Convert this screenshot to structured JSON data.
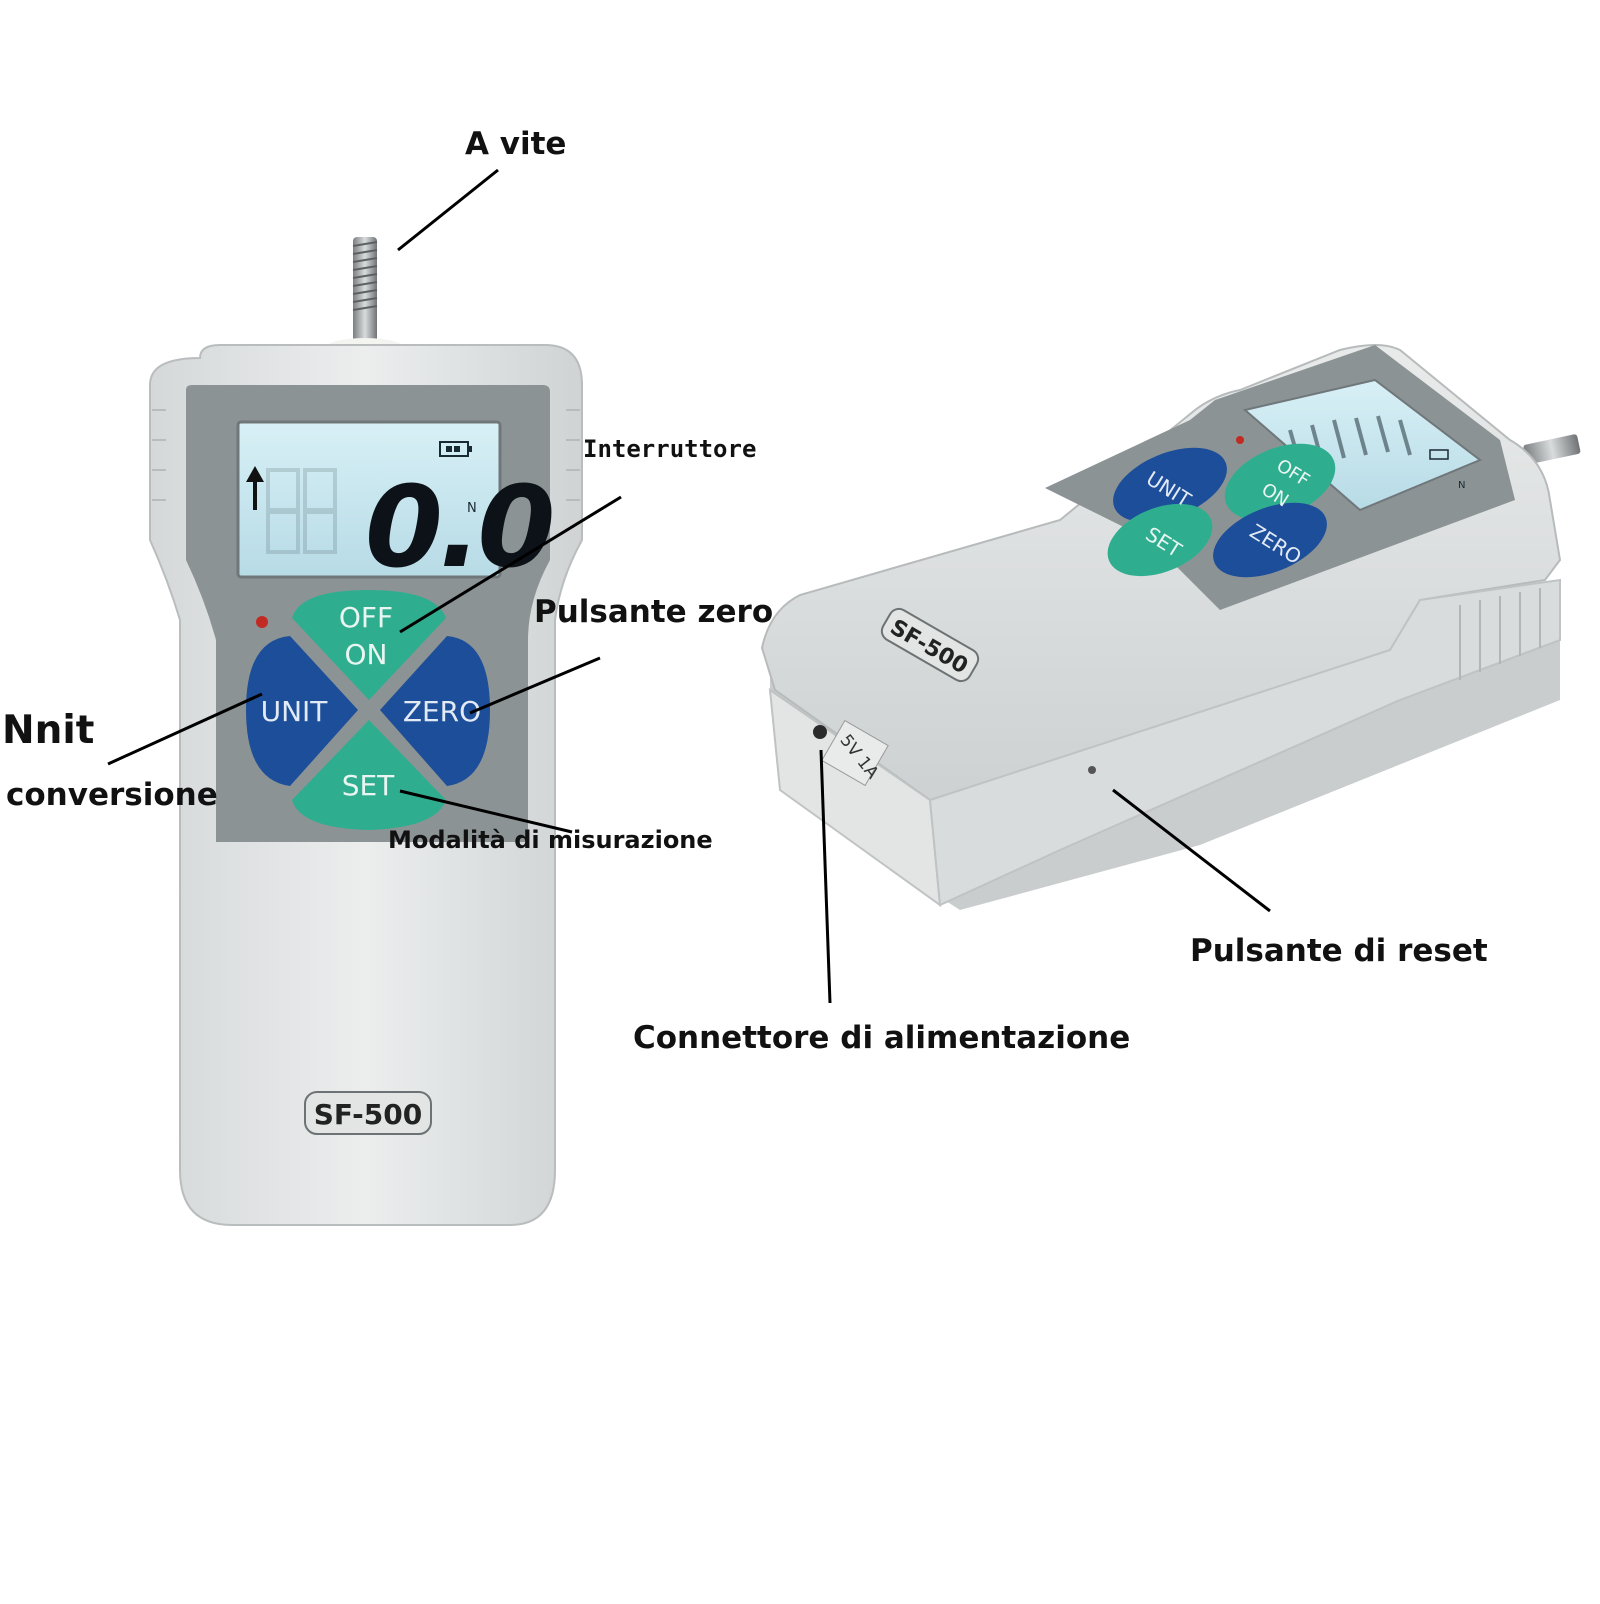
{
  "callouts": {
    "screw": "A vite",
    "switch": "Interruttore",
    "zero_button": "Pulsante zero",
    "unit_line1": "Nnit",
    "unit_line2": "conversione",
    "mode": "Modalità di misurazione",
    "reset": "Pulsante di reset",
    "power": "Connettore di alimentazione"
  },
  "device_front": {
    "display_reading": "0.0",
    "display_unit": "N",
    "buttons": {
      "off": "OFF",
      "on": "ON",
      "unit": "UNIT",
      "zero": "ZERO",
      "set": "SET"
    },
    "model": "SF-500"
  },
  "device_side": {
    "buttons": {
      "unit": "UNIT",
      "off": "OFF",
      "on": "ON",
      "set": "SET",
      "zero": "ZERO"
    },
    "model": "SF-500",
    "power_label": "5V 1A",
    "display_unit": "N"
  },
  "colors": {
    "body": "#e6e8e8",
    "bezel": "#8c9395",
    "lcd": "#c8e6ef",
    "btn_green": "#2fae8f",
    "btn_blue": "#1d4e9a"
  }
}
